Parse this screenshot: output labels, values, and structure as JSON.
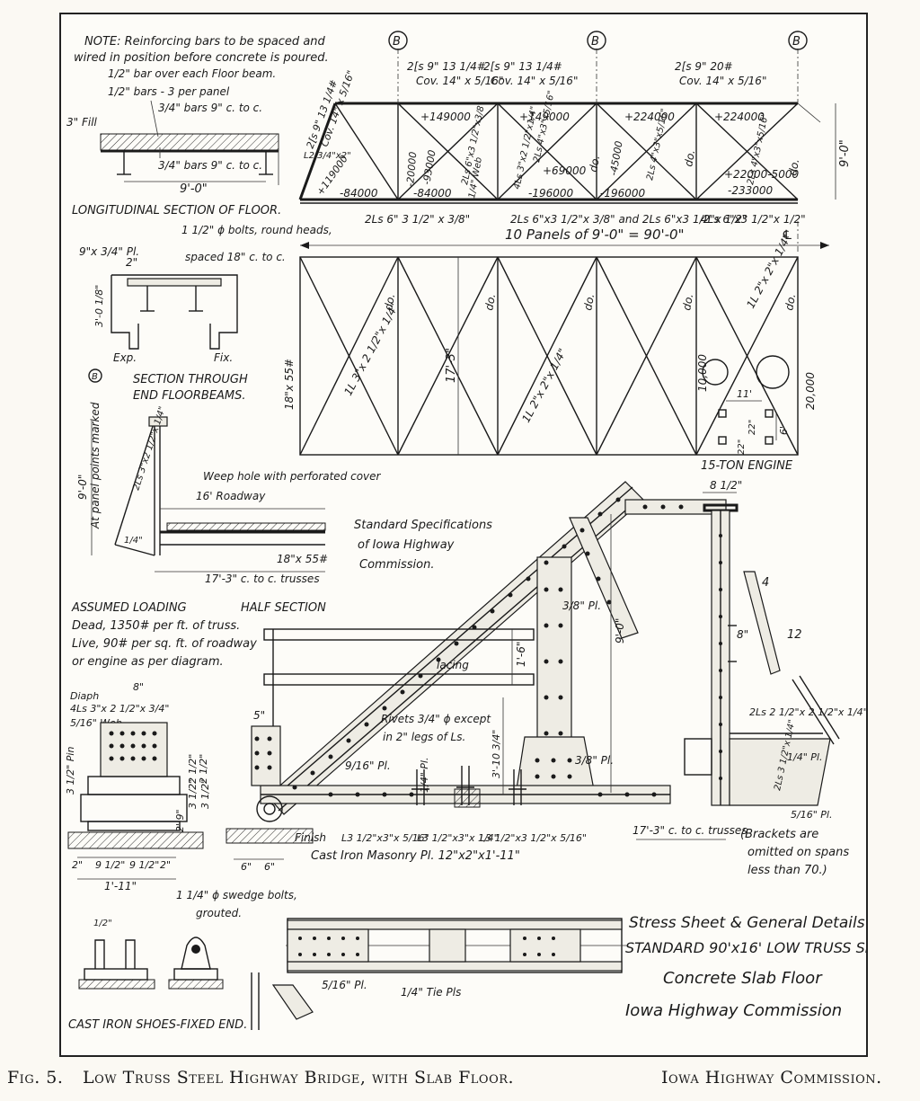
{
  "caption": {
    "figure": "Fig. 5.",
    "title": "Low Truss Steel Highway Bridge, with Slab Floor.",
    "source": "Iowa Highway Commission."
  },
  "title_block": {
    "line1": "Stress Sheet & General Details",
    "line2": "STANDARD 90'x16' LOW TRUSS SPAN",
    "line3": "Concrete Slab Floor",
    "line4": "Iowa Highway Commission"
  },
  "note": {
    "line1": "NOTE: Reinforcing bars to be spaced and",
    "line2": "wired in position before concrete is poured.",
    "bar_floorbeam": "1/2\" bar over each Floor beam.",
    "bars_panel": "1/2\" bars - 3 per panel",
    "bars_34": "3/4\" bars 9\" c. to c.",
    "fill": "3\" Fill",
    "bars_bottom": "3/4\" bars 9\" c. to c.",
    "span": "9'-0\""
  },
  "long_section_label": "LONGITUDINAL SECTION OF FLOOR.",
  "end_section": {
    "bolts1": "1 1/2\" ϕ bolts, round heads,",
    "bolts2": "spaced 18\" c. to c.",
    "plate": "9\"x 3/4\" Pl.",
    "gap": "2\"",
    "height": "3'-0 1/8\"",
    "exp": "Exp.",
    "fix": "Fix.",
    "label1": "SECTION THROUGH",
    "label2": "END FLOORBEAMS."
  },
  "truss": {
    "marker": "B",
    "top_chord_1": "2[s 9\" 13 1/4#",
    "cover_1": "Cov. 14\" x 5/16\"",
    "top_chord_2": "2[s 9\" 13 1/4#",
    "cover_2": "Cov. 14\" x 5/16\"",
    "top_chord_3": "2[s 9\" 20#",
    "cover_3": "Cov. 14\" x 5/16\"",
    "end_post_1": "2[s 9\" 13 1/4#",
    "end_post_2": "Cov. 14\" x 5/16\"",
    "web_label": "1/4\" Web",
    "hanger": "L2 3/4\"x2\"",
    "stresses": [
      "+149000",
      "-93000",
      "+119000",
      "-84000",
      "-20000",
      "-84000",
      "+149000",
      "+69000",
      "-196000",
      "-45000",
      "-196000",
      "+224000",
      "+224000",
      "+22000-5000",
      "-233000"
    ],
    "diag_1": "2Ls 6\"x3 1/2\"x3/8\"",
    "diag_2": "4Ls 3\"x2 1/2\"x1/4\"",
    "diag_3": "2Ls 4\"x3\"x5/16\"",
    "diag_4": "2Ls 4\"x3\"x5/16\"",
    "do": "do.",
    "height": "9'-0\"",
    "bottom_chord_1": "2Ls 6\" 3 1/2\" x 3/8\"",
    "bottom_chord_2": "2Ls 6\"x3 1/2\"x 3/8\" and 2Ls 6\"x3 1/2\"x 1/2\"",
    "bottom_chord_3": "4Ls 6\"x3 1/2\"x 1/2\"",
    "panels": "10 Panels of 9'-0\" = 90'-0\"",
    "centerline": "℄"
  },
  "bracing": {
    "floorbeam": "18\"x 55#",
    "brace_1": "1L 3\"x 2 1/2\"x 1/4\"",
    "brace_2": "1L 2\"x 2\"x 1/4\"",
    "brace_3": "1L 2\"x 2\"x 1/4\"",
    "width": "17'-3\"",
    "do": "do."
  },
  "engine": {
    "load_front": "10,000",
    "load_rear": "20,000",
    "axle": "11'",
    "wheel_a": "22\"",
    "wheel_b": "22\"",
    "gauge": "6'",
    "label": "15-TON ENGINE"
  },
  "half_section": {
    "at_panel_points": "At panel points marked",
    "marker": "B",
    "post": "2Ls 3\"x2 1/2\"x 1/4\"",
    "angle": "1/4\"",
    "weephole": "Weep hole with perforated cover",
    "roadway": "16' Roadway",
    "floorbeam": "18\"x 55#",
    "height": "9'-0\"",
    "trusses": "17'-3\" c. to c. trusses",
    "label": "HALF SECTION"
  },
  "spec": {
    "line1": "Standard Specifications",
    "line2": "of Iowa Highway",
    "line3": "Commission."
  },
  "loading": {
    "title": "ASSUMED LOADING",
    "dead": "Dead, 1350# per ft. of truss.",
    "live": "Live, 90# per sq. ft. of roadway",
    "engine": "or engine as per diagram."
  },
  "shoe": {
    "diaph": "Diaph",
    "diaph_angles": "4Ls 3\"x 2 1/2\"x 3/4\"",
    "web": "5/16\" Web",
    "dim_8": "8\"",
    "pin": "3 1/2\" Pin",
    "dim_2_1": "2 1/2\"",
    "dim_2_2": "2 1/2\"",
    "dim_29": "2' 9\"",
    "dim_3a": "3 1/2\"",
    "dim_3b": "3 1/2\"",
    "base_a": "2\"",
    "base_b": "9 1/2\"",
    "base_c": "9 1/2\"",
    "base_d": "2\"",
    "base_total": "1'-11\"",
    "bolts1": "1 1/4\" ϕ swedge bolts,",
    "bolts2": "grouted.",
    "cast_1": "1/2\"",
    "cast_label": "CAST IRON SHOES-FIXED END."
  },
  "joint": {
    "dim_5": "5\"",
    "pl_916": "9/16\" Pl.",
    "lacing": "lacing",
    "dim_16": "1'-6\"",
    "rivets1": "Rivets 3/4\" ϕ except",
    "rivets2": "in 2\" legs of Ls.",
    "dim_3_10": "3'-10 3/4\"",
    "pl_38a": "3/8\" Pl.",
    "pl_38b": "3/8\" Pl.",
    "pl_14": "1/4\" Pl.",
    "dim_90": "9'-0\"",
    "finish": "Finish",
    "angle_a": "L3 1/2\"x3\"x 5/16\"",
    "angle_b": "L3 1/2\"x3\"x 1/4\"",
    "angle_c": "L3 1/2\"x3 1/2\"x 5/16\"",
    "masonry": "Cast Iron Masonry Pl. 12\"x2\"x1'-11\"",
    "dim_6a": "6\"",
    "dim_6b": "6\""
  },
  "right_section": {
    "dim_85": "8 1/2\"",
    "dim_4": "4",
    "dim_12": "12",
    "dim_8": "8\"",
    "bracket_angles": "2Ls 2 1/2\"x 2 1/2\"x 1/4\"",
    "pl_14": "1/4\" Pl.",
    "bracket_pl": "2Ls 3 1/2\"x 1/4\"",
    "pl_516": "5/16\" Pl.",
    "trusses": "17'-3\" c. to c. trusses",
    "note1": "(Brackets are",
    "note2": "omitted on spans",
    "note3": "less than 70.)"
  },
  "plan": {
    "pl_516": "5/16\" Pl.",
    "tie_pls": "1/4\" Tie Pls"
  }
}
